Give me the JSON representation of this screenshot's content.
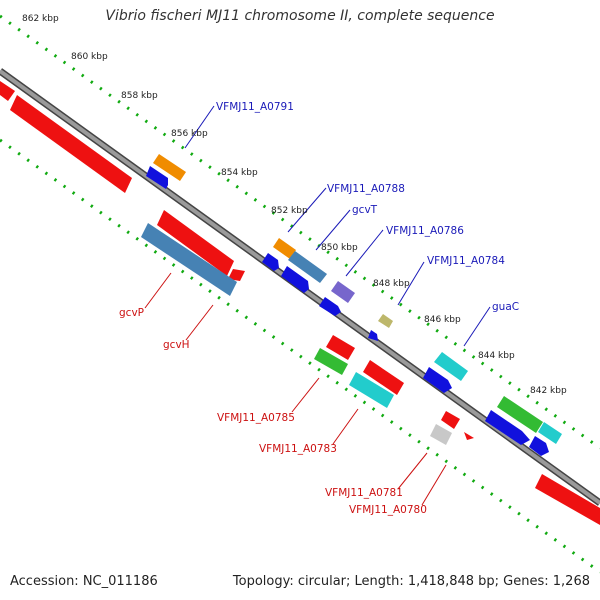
{
  "title": "Vibrio fischeri MJ11 chromosome II, complete sequence",
  "footer": {
    "accession": "Accession: NC_011186",
    "topology": "Topology: circular; Length: 1,418,848 bp; Genes: 1,268"
  },
  "ticks": [
    "862 kbp",
    "860 kbp",
    "858 kbp",
    "856 kbp",
    "854 kbp",
    "852 kbp",
    "850 kbp",
    "848 kbp",
    "846 kbp",
    "844 kbp",
    "842 kbp"
  ],
  "labels": {
    "forward": [
      "VFMJ11_A0791",
      "VFMJ11_A0788",
      "gcvT",
      "VFMJ11_A0786",
      "VFMJ11_A0784",
      "guaC"
    ],
    "reverse": [
      "gcvP",
      "gcvH",
      "VFMJ11_A0785",
      "VFMJ11_A0783",
      "VFMJ11_A0781",
      "VFMJ11_A0780"
    ]
  },
  "colors": {
    "backbone": "#888888",
    "forward_label": "#1a1ab8",
    "reverse_label": "#cc1111",
    "cds_red": "#ee1111",
    "blast_blue": "#1111dd",
    "steelblue": "#4682b4",
    "orange": "#f08c00",
    "green": "#33bb33",
    "cyan": "#22cccc",
    "purple": "#7766cc",
    "khaki": "#bdb76b",
    "gray": "#c8c8c8",
    "tick_green": "#11aa11"
  }
}
